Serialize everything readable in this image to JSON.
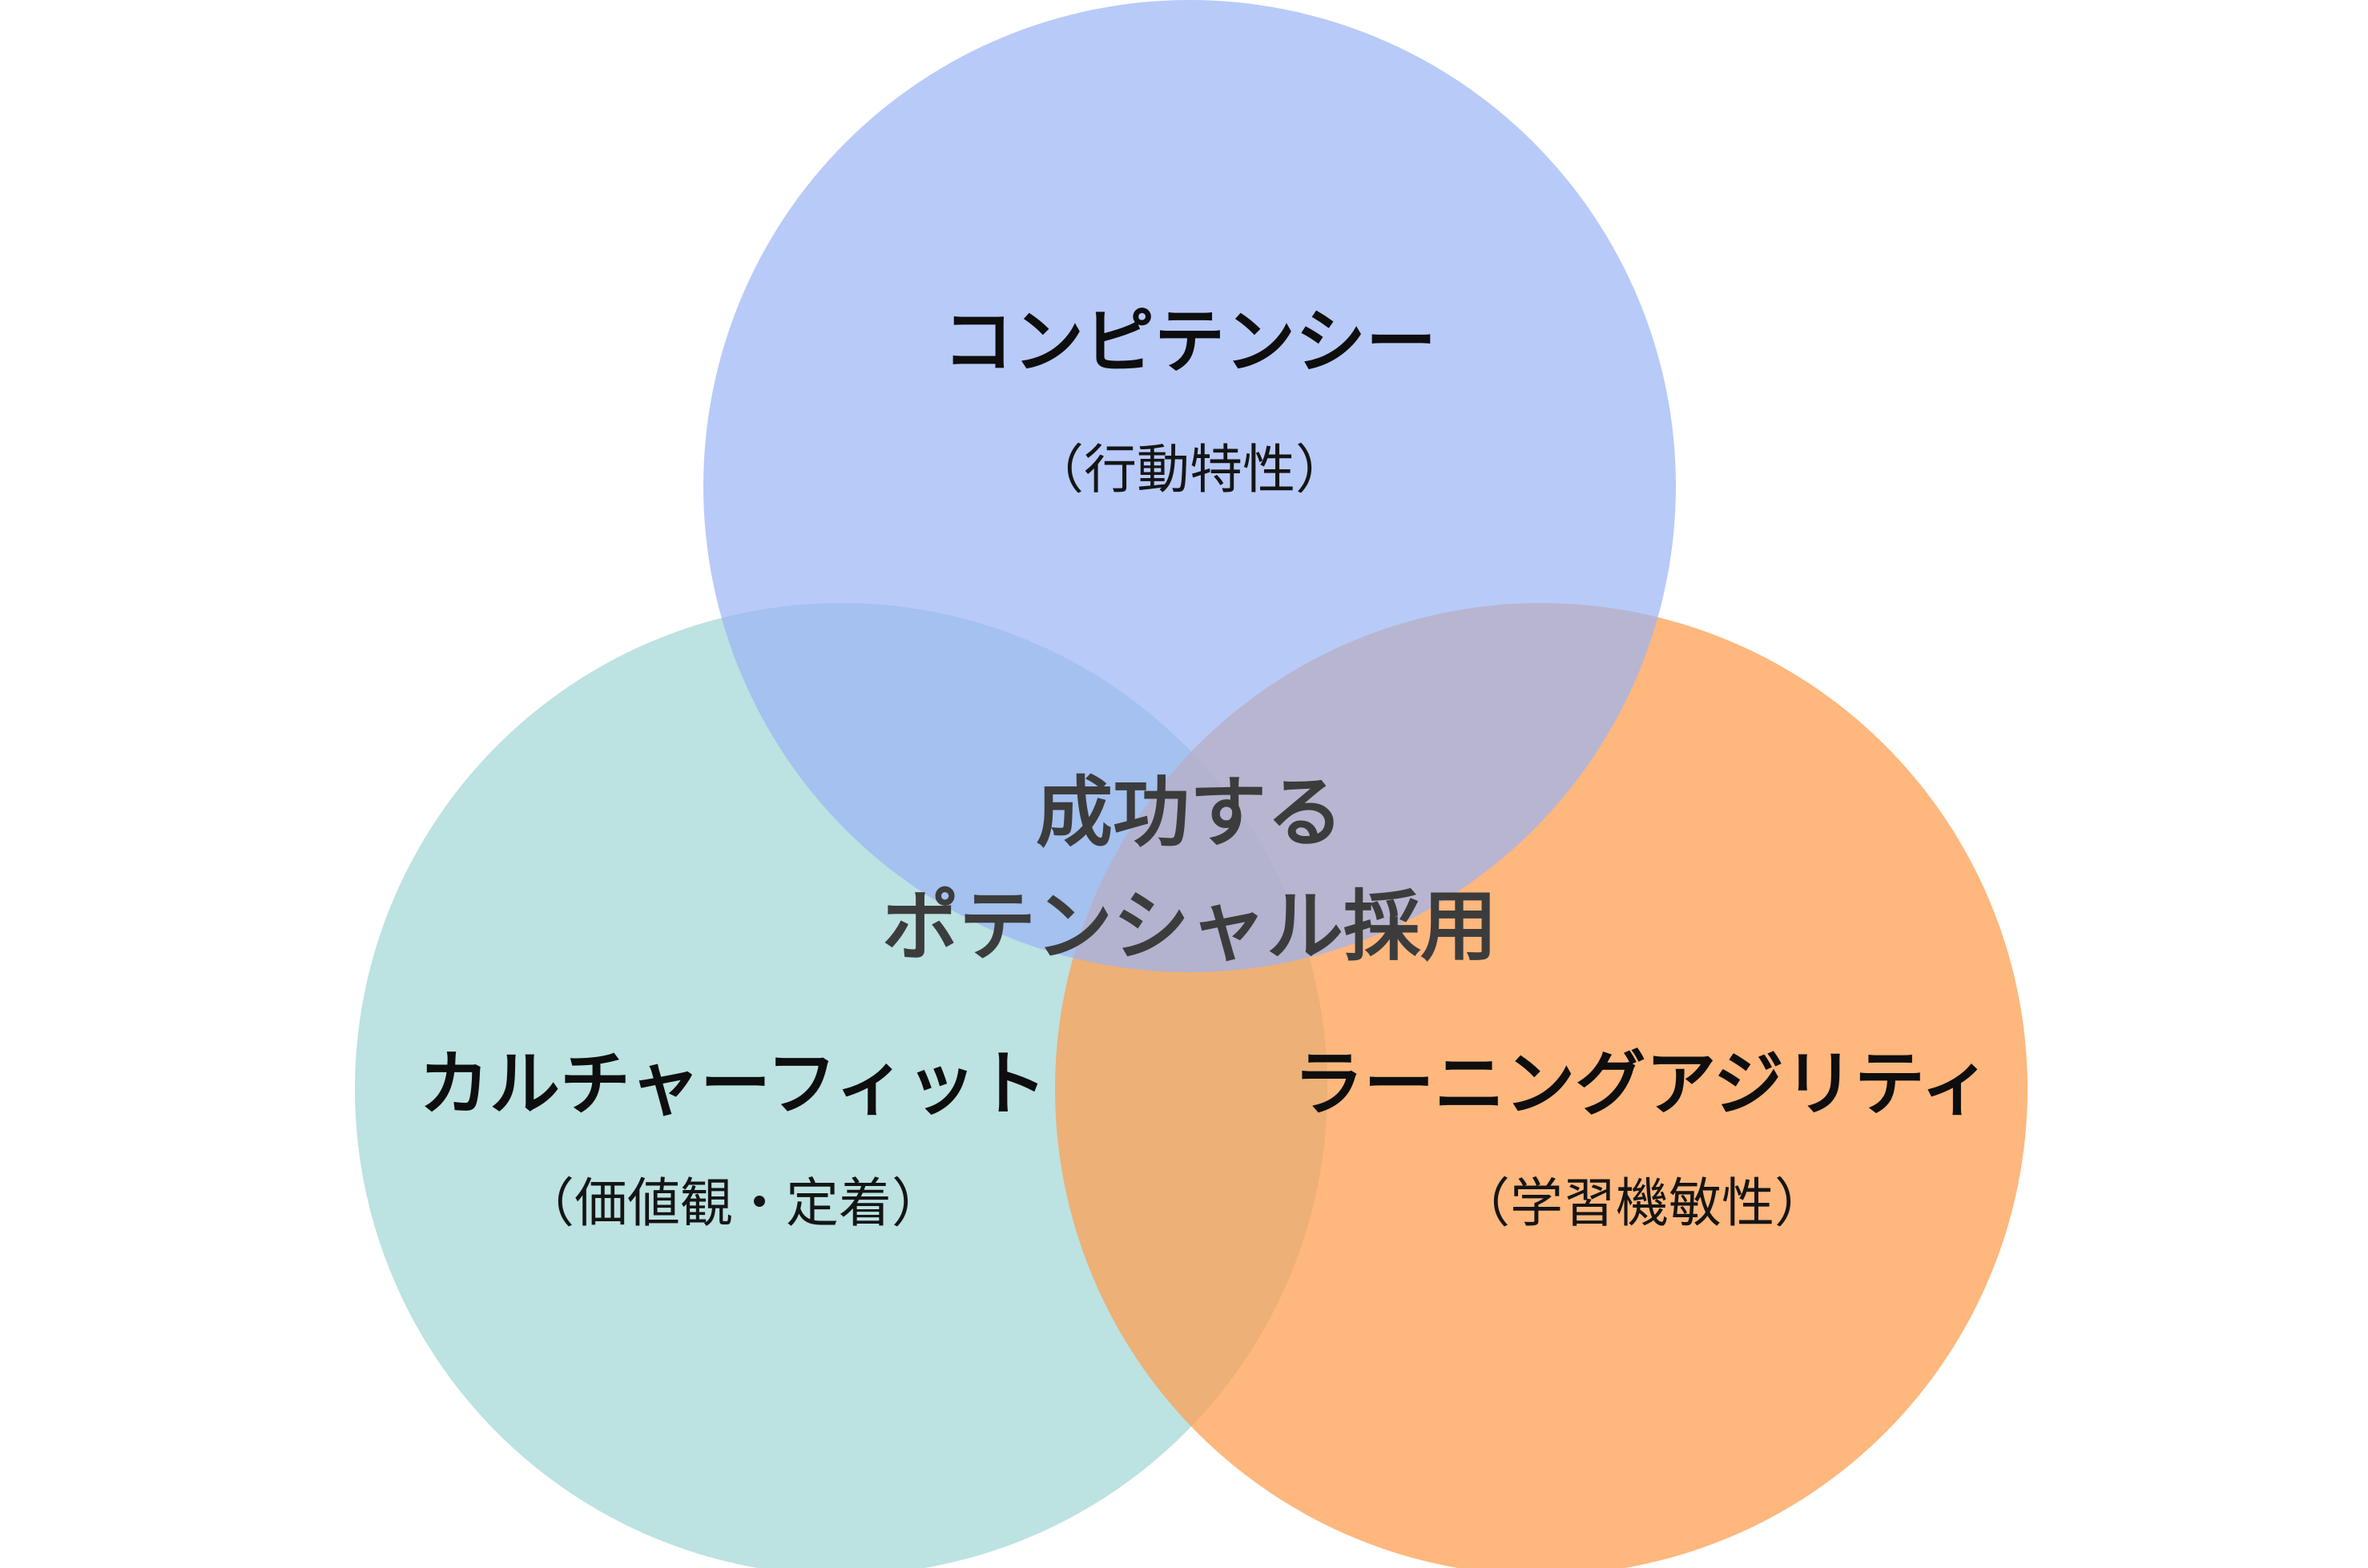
{
  "diagram": {
    "type": "venn-3",
    "center": {
      "line1": "成功する",
      "line2": "ポテンシャル採用"
    },
    "sets": [
      {
        "id": "competency",
        "label": "コンピテンシー",
        "sublabel": "（行動特性）",
        "color": "#9ab3f5"
      },
      {
        "id": "culture-fit",
        "label": "カルチャーフィット",
        "sublabel": "（価値観・定着）",
        "color": "#a5d8d8"
      },
      {
        "id": "learning-agility",
        "label": "ラーニングアジリティ",
        "sublabel": "（学習機敏性）",
        "color": "#fd9f52"
      }
    ]
  }
}
